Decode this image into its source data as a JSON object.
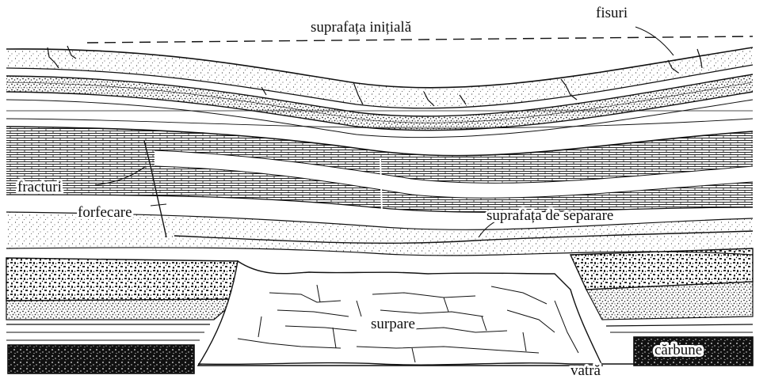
{
  "labels": {
    "initial_surface": "suprafața inițială",
    "cracks": "fisuri",
    "fractures": "fracturi",
    "shear": "forfecare",
    "separation_surface": "suprafața de separare",
    "collapse": "surpare",
    "coal": "cărbune",
    "floor": "vatră"
  },
  "colors": {
    "ink": "#111111",
    "paper": "#ffffff",
    "dots": "#2a2a2a"
  }
}
